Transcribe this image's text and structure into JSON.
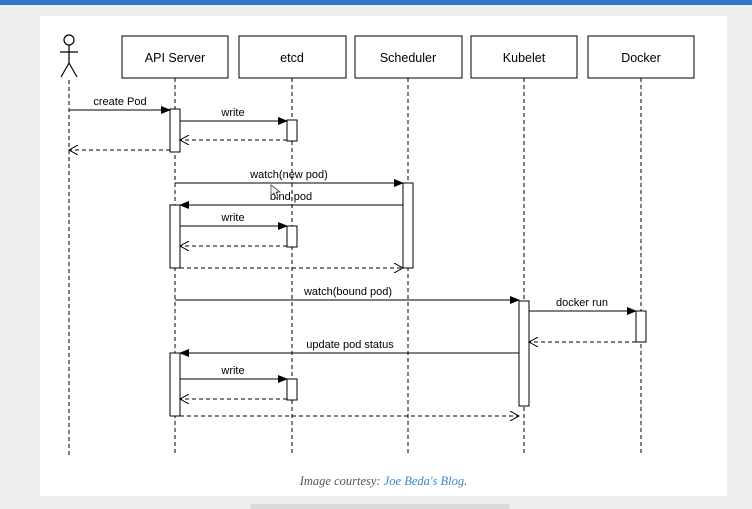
{
  "diagram": {
    "actor": "user",
    "participants": [
      {
        "key": "api",
        "label": "API Server"
      },
      {
        "key": "etcd",
        "label": "etcd"
      },
      {
        "key": "sched",
        "label": "Scheduler"
      },
      {
        "key": "kubelet",
        "label": "Kubelet"
      },
      {
        "key": "docker",
        "label": "Docker"
      }
    ],
    "messages": [
      {
        "label": "create Pod"
      },
      {
        "label": "write"
      },
      {
        "label": "watch(new pod)"
      },
      {
        "label": "bind pod"
      },
      {
        "label": "write"
      },
      {
        "label": "watch(bound pod)"
      },
      {
        "label": "docker run"
      },
      {
        "label": "update pod status"
      },
      {
        "label": "write"
      }
    ]
  },
  "caption": {
    "prefix": "Image courtesy: ",
    "link": "Joe Beda's Blog",
    "suffix": "."
  },
  "colors": {
    "accent_bar": "#2f77c9",
    "link": "#3d86c6"
  }
}
